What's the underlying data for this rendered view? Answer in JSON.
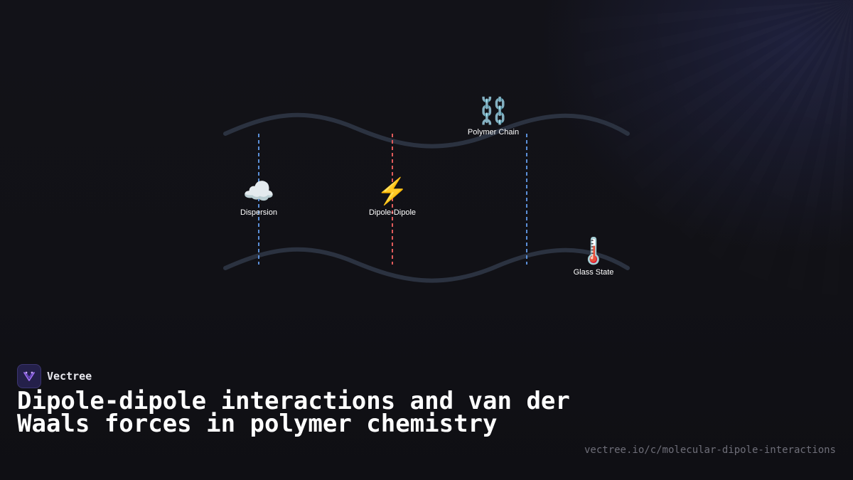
{
  "brand": {
    "name": "Vectree"
  },
  "title": "Dipole-dipole interactions and van der Waals forces in polymer chemistry",
  "url": "vectree.io/c/molecular-dipole-interactions",
  "diagram": {
    "nodes": [
      {
        "id": "dispersion",
        "label": "Dispersion",
        "icon": "cloud-icon",
        "glyph": "☁️"
      },
      {
        "id": "dipole",
        "label": "Dipole-Dipole",
        "icon": "lightning-icon",
        "glyph": "⚡"
      },
      {
        "id": "polymer",
        "label": "Polymer Chain",
        "icon": "chain-icon",
        "glyph": "⛓️"
      },
      {
        "id": "glass",
        "label": "Glass State",
        "icon": "thermometer-icon",
        "glyph": "🌡️"
      }
    ],
    "colors": {
      "chain_stroke": "#2b3240",
      "dispersion_line": "#5b8fd8",
      "dipole_line": "#e05a5a",
      "background": "#111117"
    }
  }
}
